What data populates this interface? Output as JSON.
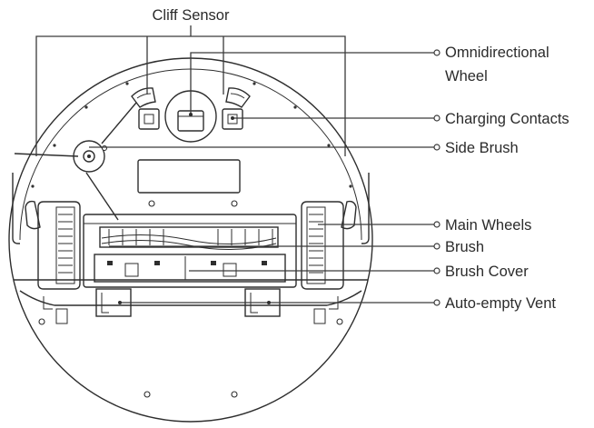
{
  "labels": {
    "cliff_sensor": "Cliff Sensor",
    "omnidirectional_line1": "Omnidirectional",
    "omnidirectional_line2": "Wheel",
    "charging_contacts": "Charging Contacts",
    "side_brush": "Side Brush",
    "main_wheels": "Main Wheels",
    "brush": "Brush",
    "brush_cover": "Brush Cover",
    "auto_empty_vent": "Auto-empty Vent"
  }
}
